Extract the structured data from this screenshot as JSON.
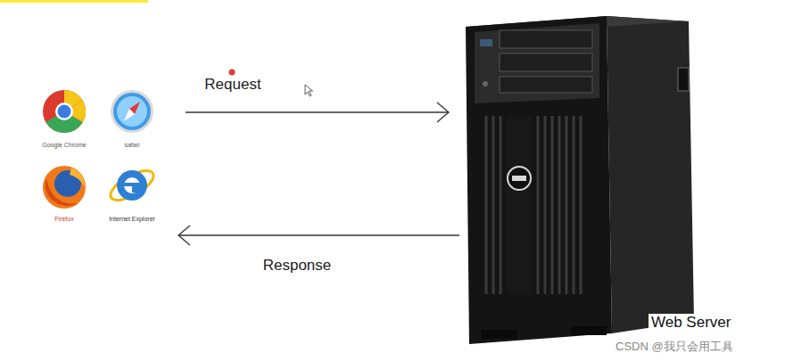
{
  "diagram": {
    "nodes": [
      {
        "text": [
          "Google Chrome",
          "safari",
          "Firefox",
          "Internet Explorer"
        ]
      },
      {
        "text": [
          "Web Server"
        ]
      }
    ],
    "edges": [
      {
        "from": 0,
        "to": 1,
        "label": "Request",
        "arrow": "to"
      },
      {
        "from": 1,
        "to": 0,
        "label": "Response",
        "arrow": "to"
      }
    ],
    "labels": [
      "CSDN @我只会用工具"
    ]
  }
}
